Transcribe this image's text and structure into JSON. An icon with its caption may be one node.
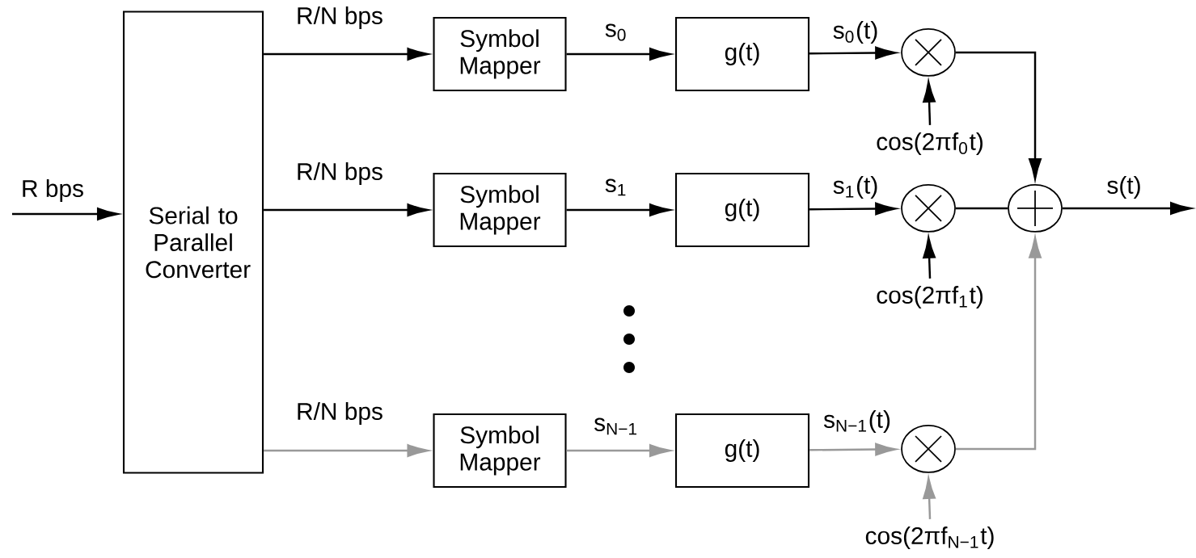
{
  "diagram": {
    "nodes": [
      {
        "text": [
          "Serial to Parallel Converter"
        ]
      },
      {
        "text": [
          "Symbol Mapper"
        ]
      },
      {
        "text": [
          "Symbol Mapper"
        ]
      },
      {
        "text": [
          "Symbol Mapper"
        ]
      },
      {
        "text": [
          "g(t)"
        ]
      },
      {
        "text": [
          "g(t)"
        ]
      },
      {
        "text": [
          "g(t)"
        ]
      },
      {
        "text": [],
        "shape": "circle"
      },
      {
        "text": [],
        "shape": "circle"
      },
      {
        "text": [],
        "shape": "circle"
      },
      {
        "text": [],
        "shape": "circle"
      },
      {
        "text": [
          "cos(2πf$_{0}$t)"
        ]
      },
      {
        "text": [
          "cos(2πf$_{1}$t)"
        ]
      },
      {
        "text": [
          "cos(2πf$_{N−1}$t)"
        ]
      }
    ],
    "edges": [
      {
        "from": null,
        "to": 0,
        "arrow": "to",
        "label": "R bps"
      },
      {
        "from": 0,
        "to": 1,
        "arrow": "to",
        "label": "R/N bps"
      },
      {
        "from": 0,
        "to": 2,
        "arrow": "to",
        "label": "R/N bps"
      },
      {
        "from": 0,
        "to": 3,
        "arrow": "to",
        "label": "R/N bps",
        "color": "#999999"
      },
      {
        "from": 1,
        "to": 4,
        "arrow": "to",
        "label": "s$_{0}$"
      },
      {
        "from": 2,
        "to": 5,
        "arrow": "to",
        "label": "s$_{1}$"
      },
      {
        "from": 3,
        "to": 6,
        "arrow": "to",
        "label": "s$_{N−1}$",
        "color": "#999999"
      },
      {
        "from": 4,
        "to": 7,
        "arrow": "to",
        "label": "s$_{0}$(t)"
      },
      {
        "from": 5,
        "to": 8,
        "arrow": "to",
        "label": "s$_{1}$(t)"
      },
      {
        "from": 6,
        "to": 9,
        "arrow": "to",
        "label": "s$_{N−1}$(t)",
        "color": "#999999"
      },
      {
        "from": 11,
        "to": 7,
        "arrow": "to"
      },
      {
        "from": 12,
        "to": 8,
        "arrow": "to"
      },
      {
        "from": 13,
        "to": 9,
        "arrow": "to",
        "color": "#999999"
      },
      {
        "from": 7,
        "to": 10,
        "arrow": "to"
      },
      {
        "from": 8,
        "to": 10,
        "arrow": "none"
      },
      {
        "from": 9,
        "to": 10,
        "arrow": "to",
        "color": "#999999"
      },
      {
        "from": 10,
        "to": null,
        "arrow": "to",
        "label": "s(t)"
      }
    ]
  }
}
